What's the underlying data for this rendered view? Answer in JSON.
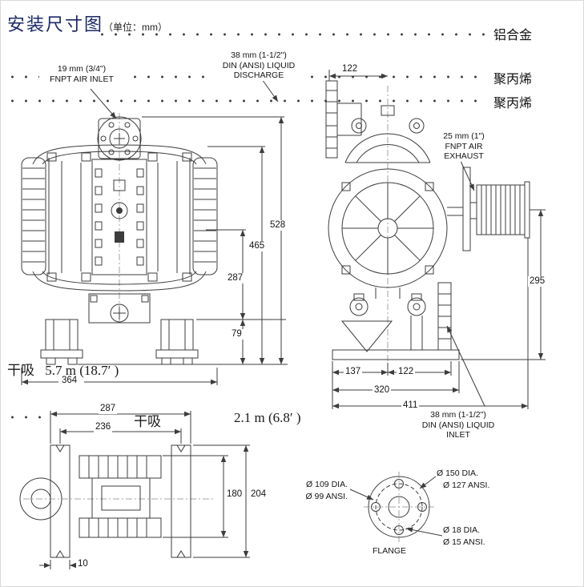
{
  "title": {
    "main": "安装尺寸图",
    "unit": "（单位：mm）"
  },
  "materials": {
    "row1": "铝合金",
    "row2": "聚丙烯",
    "row3": "聚丙烯"
  },
  "ports": {
    "air_inlet": {
      "l1": "19 mm (3/4\")",
      "l2": "FNPT AIR INLET"
    },
    "discharge": {
      "l1": "38 mm (1-1/2\")",
      "l2": "DIN (ANSI) LIQUID",
      "l3": "DISCHARGE"
    },
    "exhaust": {
      "l1": "25 mm (1\")",
      "l2": "FNPT AIR",
      "l3": "EXHAUST"
    },
    "inlet": {
      "l1": "38 mm (1-1/2\")",
      "l2": "DIN (ANSI) LIQUID",
      "l3": "INLET"
    }
  },
  "suction": {
    "dry1_label": "干吸",
    "dry1_value": "5.7 m (18.7′ )",
    "dry2_label": "干吸",
    "dry2_value": "2.1 m (6.8′ )"
  },
  "dims": {
    "front": {
      "total_height": "528",
      "upper_height": "465",
      "mid_height": "287",
      "foot_height": "79",
      "total_width": "364"
    },
    "side": {
      "top_width": "122",
      "exhaust_height": "295",
      "foot_left": "137",
      "foot_right": "122",
      "base_width": "320",
      "total_width": "411"
    },
    "bottom": {
      "total_width": "287",
      "inner_width": "236",
      "inner_height": "180",
      "total_height": "204",
      "slot_width": "10"
    },
    "flange": {
      "outer_dia": "Ø 150 DIA.",
      "outer_ansi": "Ø 127 ANSI.",
      "bolt_dia": "Ø 109 DIA.",
      "bolt_ansi": "Ø 99 ANSI.",
      "hole_dia": "Ø 18 DIA.",
      "hole_ansi": "Ø 15 ANSI.",
      "label": "FLANGE"
    }
  }
}
